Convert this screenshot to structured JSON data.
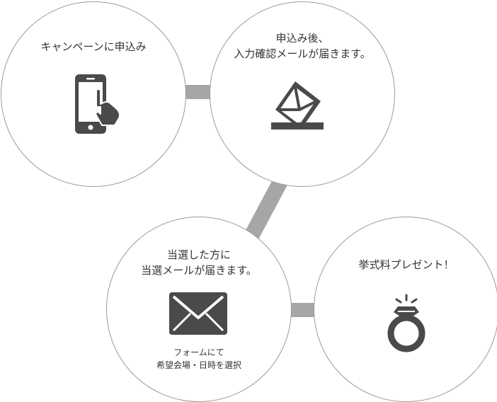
{
  "steps": [
    {
      "title": "キャンペーンに申込み",
      "icon": "smartphone-tap-icon"
    },
    {
      "title_lines": [
        "申込み後、",
        "入力確認メールが届きます。"
      ],
      "icon": "open-envelope-icon"
    },
    {
      "title_lines": [
        "当選した方に",
        "当選メールが届きます。"
      ],
      "note_lines": [
        "フォームにて",
        "希望会場・日時を選択"
      ],
      "icon": "closed-envelope-icon"
    },
    {
      "title": "挙式料プレゼント！",
      "icon": "diamond-ring-icon"
    }
  ],
  "colors": {
    "icon": "#4a4a4a",
    "connector": "#a6a6a6",
    "circle_border": "#9a9a9a",
    "text": "#333333"
  }
}
